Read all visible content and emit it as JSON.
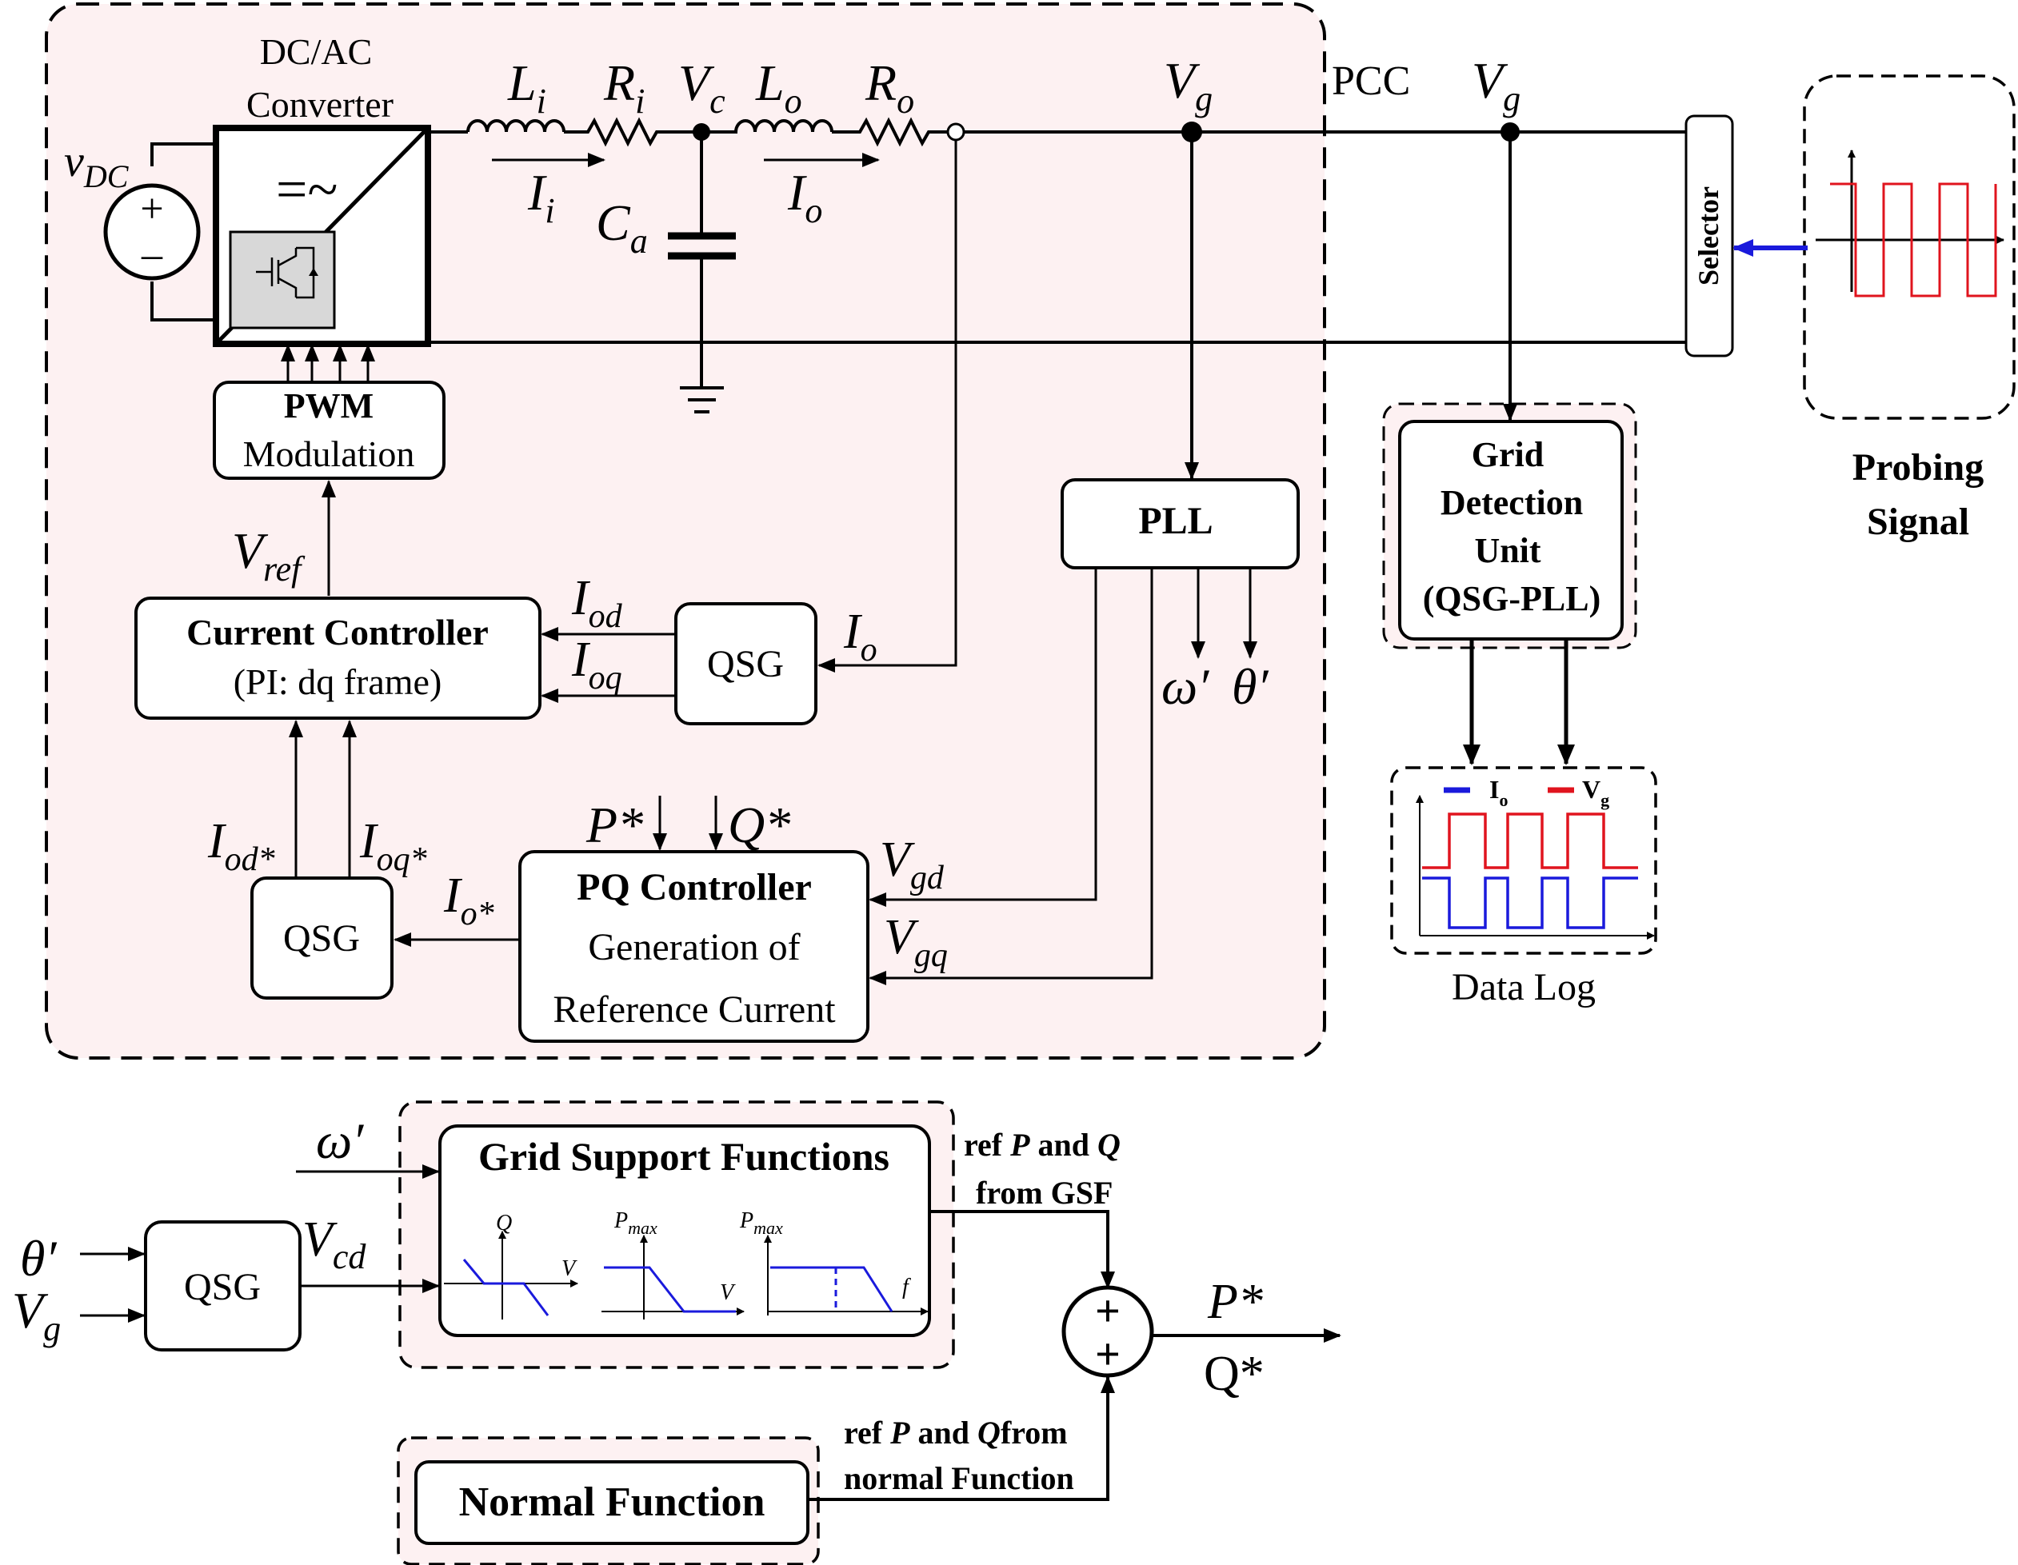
{
  "labels": {
    "dcac_converter_line1": "DC/AC",
    "dcac_converter_line2": "Converter",
    "v_dc": "v",
    "v_dc_sub": "DC",
    "L_i": "L",
    "L_i_sub": "i",
    "R_i": "R",
    "R_i_sub": "i",
    "V_c": "V",
    "V_c_sub": "c",
    "L_o": "L",
    "L_o_sub": "o",
    "R_o": "R",
    "R_o_sub": "o",
    "I_i": "I",
    "I_i_sub": "i",
    "C_a": "C",
    "C_a_sub": "a",
    "I_o_top": "I",
    "I_o_top_sub": "o",
    "V_g_inner": "V",
    "V_g_inner_sub": "g",
    "pcc": "PCC",
    "V_g_outer": "V",
    "V_g_outer_sub": "g",
    "selector": "Selector",
    "probing_signal_line1": "Probing",
    "probing_signal_line2": "Signal",
    "pwm_line1": "PWM",
    "pwm_line2": "Modulation",
    "v_ref": "V",
    "v_ref_sub": "ref",
    "current_controller_line1": "Current Controller",
    "current_controller_line2": "(PI: dq frame)",
    "I_od": "I",
    "I_od_sub": "od",
    "I_oq": "I",
    "I_oq_sub": "oq",
    "qsg": "QSG",
    "I_o_mid": "I",
    "I_o_mid_sub": "o",
    "pll": "PLL",
    "omega_prime": "ω′",
    "theta_prime": "θ′",
    "grid_detection_line1": "Grid",
    "grid_detection_line2": "Detection",
    "grid_detection_line3": "Unit",
    "grid_detection_line4": "(QSG-PLL)",
    "data_log": "Data Log",
    "legend_io": "I",
    "legend_io_sub": "o",
    "legend_vg": "V",
    "legend_vg_sub": "g",
    "I_od_star": "I",
    "I_od_star_sub": "od*",
    "I_oq_star": "I",
    "I_oq_star_sub": "oq*",
    "I_o_star": "I",
    "I_o_star_sub": "o*",
    "P_star_in": "P*",
    "Q_star_in": "Q*",
    "pq_controller_line1": "PQ Controller",
    "pq_controller_line2": "Generation of",
    "pq_controller_line3": "Reference Current",
    "V_gd": "V",
    "V_gd_sub": "gd",
    "V_gq": "V",
    "V_gq_sub": "gq",
    "omega_prime_bottom": "ω′",
    "theta_prime_bottom": "θ′",
    "V_g_bottom": "V",
    "V_g_bottom_sub": "g",
    "V_cd": "V",
    "V_cd_sub": "cd",
    "gsf_title": "Grid Support Functions",
    "gsf_q": "Q",
    "gsf_v1": "V",
    "gsf_pmax1": "P",
    "gsf_pmax1_sub": "max",
    "gsf_v2": "V",
    "gsf_pmax2": "P",
    "gsf_pmax2_sub": "max",
    "gsf_f": "f",
    "ref_gsf_line1a": "ref ",
    "ref_gsf_line1b": "P",
    "ref_gsf_line1c": " and ",
    "ref_gsf_line1d": "Q",
    "ref_gsf_line2": "from GSF",
    "sum_plus1": "+",
    "sum_plus2": "+",
    "P_star_out": "P*",
    "Q_star_out": "Q*",
    "normal_function": "Normal Function",
    "ref_normal_line1a": "ref ",
    "ref_normal_line1b": "P",
    "ref_normal_line1c": " and ",
    "ref_normal_line1d": "Q",
    "ref_normal_line1e": "from",
    "ref_normal_line2": "normal Function"
  },
  "colors": {
    "panel_fill": "#fdf1f2",
    "io_trace": "#1a1adc",
    "vg_trace": "#e0141e",
    "probe_arrow": "#1a1adc",
    "igbt_fill": "#d8d8d8"
  }
}
